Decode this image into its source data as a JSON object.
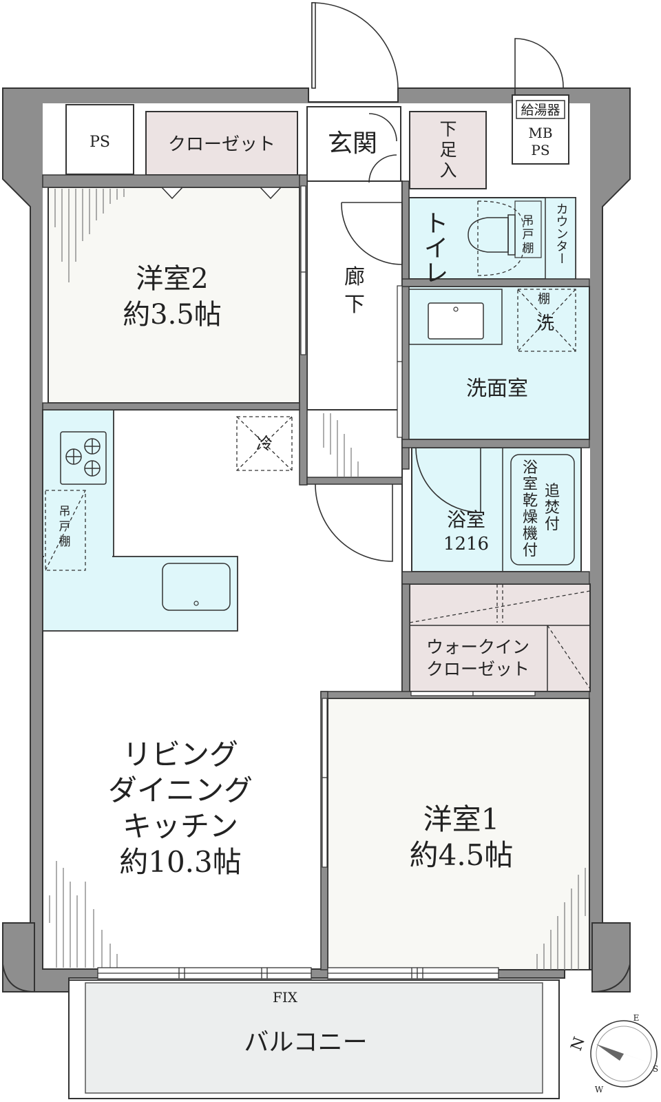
{
  "colors": {
    "wall": "#8e8e8e",
    "wet_area": "#dff7fa",
    "storage": "#ece3e3",
    "room_floor": "#f8f8f4",
    "balcony": "#eceeee",
    "outline": "#333333"
  },
  "rooms": {
    "ps_left": "PS",
    "closet_top": "クローゼット",
    "entrance": "玄関",
    "shoe_storage": [
      "下",
      "足",
      "入"
    ],
    "water_heater": "給湯器",
    "mb_ps": [
      "MB",
      "PS"
    ],
    "western_room_2": [
      "洋室2",
      "約3.5帖"
    ],
    "corridor": [
      "廊",
      "下"
    ],
    "toilet": "トイレ",
    "hanging_shelf_toilet": [
      "吊",
      "戸",
      "棚"
    ],
    "counter": "カウンター",
    "shelf_washroom": "棚",
    "washing_machine": "洗",
    "washroom": "洗面室",
    "fridge": "冷",
    "hanging_shelf_kitchen": [
      "吊",
      "戸",
      "棚"
    ],
    "bathroom": [
      "浴室",
      "1216"
    ],
    "bath_dryer": [
      "浴",
      "室",
      "乾",
      "燥",
      "機",
      "付"
    ],
    "reheat": [
      "追",
      "焚",
      "付"
    ],
    "walk_in_closet": [
      "ウォークイン",
      "クローゼット"
    ],
    "ldk": [
      "リビング",
      "ダイニング",
      "キッチン",
      "約10.3帖"
    ],
    "western_room_1": [
      "洋室1",
      "約4.5帖"
    ],
    "fix": "FIX",
    "balcony": "バルコニー"
  },
  "compass": {
    "north": "N",
    "east": "E",
    "south": "S",
    "west": "W"
  }
}
